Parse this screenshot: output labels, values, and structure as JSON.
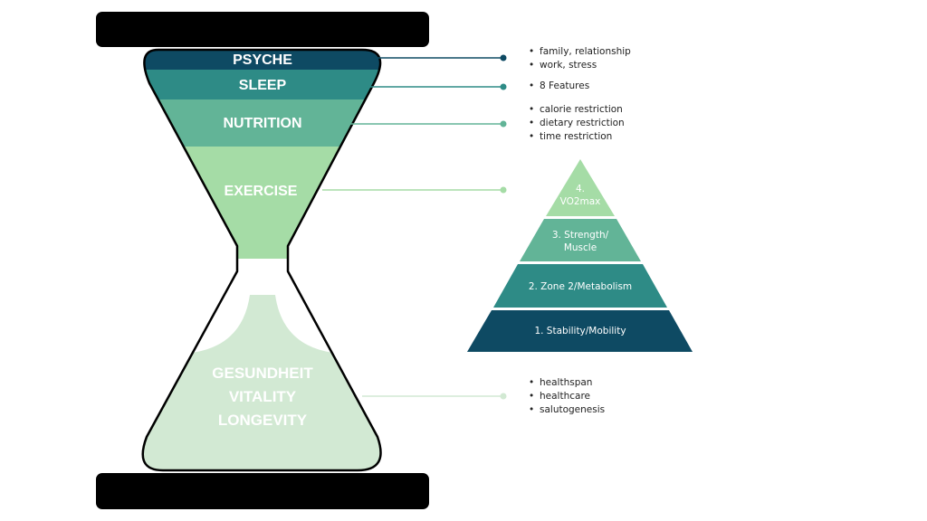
{
  "colors": {
    "psyche": "#0e4a63",
    "sleep": "#2e8b86",
    "nutrition": "#62b497",
    "exercise": "#a5dca6",
    "bottom": "#d2e9d3",
    "frame": "#000000",
    "pyramid_top": "#a5dca6",
    "pyramid_2": "#62b497",
    "pyramid_3": "#2e8b86",
    "pyramid_base": "#0e4a63"
  },
  "hourglass": {
    "bands": [
      {
        "id": "psyche",
        "label": "PSYCHE"
      },
      {
        "id": "sleep",
        "label": "SLEEP"
      },
      {
        "id": "nutrition",
        "label": "NUTRITION"
      },
      {
        "id": "exercise",
        "label": "EXERCISE"
      }
    ],
    "bottom_labels": [
      "GESUNDHEIT",
      "VITALITY",
      "LONGEVITY"
    ]
  },
  "notes": {
    "psyche": [
      "family, relationship",
      "work, stress"
    ],
    "sleep": [
      "8 Features"
    ],
    "nutrition": [
      "calorie restriction",
      "dietary restriction",
      "time restriction"
    ],
    "longevity": [
      "healthspan",
      "healthcare",
      "salutogenesis"
    ]
  },
  "pyramid": {
    "levels": [
      {
        "lines": [
          "4.",
          "VO2max"
        ]
      },
      {
        "lines": [
          "3. Strength/",
          "Muscle"
        ]
      },
      {
        "lines": [
          "2. Zone 2/Metabolism"
        ]
      },
      {
        "lines": [
          "1. Stability/Mobility"
        ]
      }
    ]
  }
}
